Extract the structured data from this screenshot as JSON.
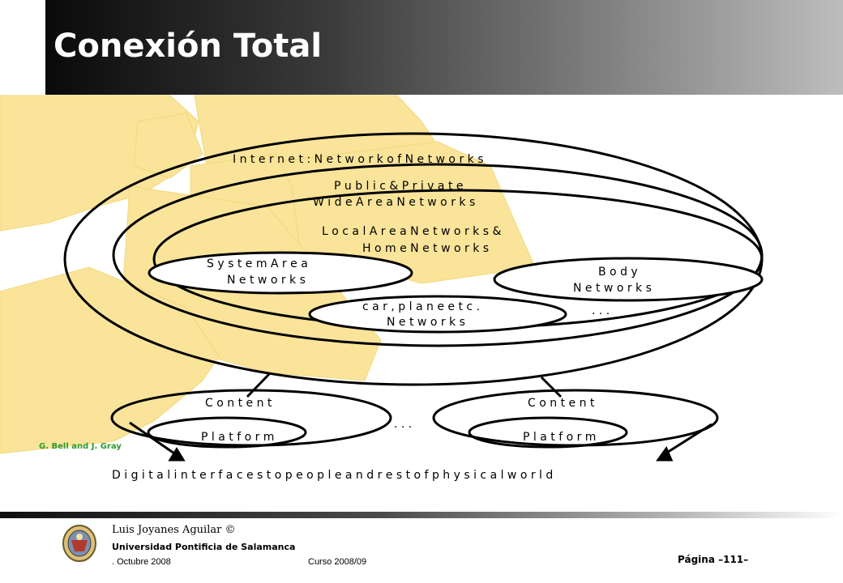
{
  "slide": {
    "title": "Conexión Total",
    "credit": "G. Bell and J. Gray"
  },
  "diagram": {
    "internet": "I n t e r n e t :  N e t w o r k  o f  N e t w o r k s",
    "wan_line1": "P u b l i c  &  P r i v a t e",
    "wan_line2": "W i d e  A r e a  N e t w o r k s",
    "lan_line1": "L o c a l  A r e a  N e t w o r k s  &",
    "lan_line2": "H o m e  N e t w o r k s",
    "san_line1": "S y s t e m   A r e a",
    "san_line2": "N e t w o r k s",
    "body_line1": "B o d y",
    "body_line2": "N e t w o r k s",
    "car_line1": "c a r ,  p l a n e  e t c .",
    "car_line2": "N e t w o r k s",
    "ellipsis_right": ". . .",
    "ellipsis_middle": ". . .",
    "content_left": "C o n t e n t",
    "platform_left": "P l a t f o r m",
    "content_right": "C o n t e n t",
    "platform_right": "P l a t f o r m",
    "bottom": "D i g i t a l  i n t e r f a c e s  t o  p e o p l e  a n d  r e s t  o f  p h y s i c a l  w o r l d"
  },
  "footer": {
    "author": "Luis Joyanes Aguilar ©",
    "university": "Universidad Pontificia de Salamanca",
    "date": ". Octubre 2008",
    "course": "Curso 2008/09",
    "page": "Página  –111–"
  },
  "colors": {
    "blob": "#f9e49a",
    "credit": "#2f9a2f"
  }
}
